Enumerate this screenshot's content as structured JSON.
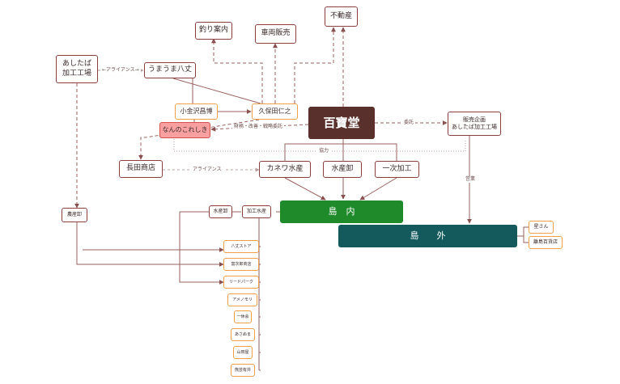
{
  "colors": {
    "line": "#9a6060",
    "dash": "#8a5050",
    "hub": "#5a302c",
    "inner": "#1f8a2a",
    "outer": "#145a5c",
    "highlight": "#f8a0a0"
  },
  "nodes": {
    "hyakuhodo": "百寶堂",
    "tanai": "島　内",
    "tagai": "島　　外",
    "fudosan": "不動産",
    "tsuri": "釣り案内",
    "sharyo": "車両販売",
    "ashitaba_left": "あしたば\n加工工場",
    "umaumai": "うまうま八丈",
    "kokanezawa": "小金沢昌博",
    "kubota": "久保田仁之",
    "nannokore": "なんのこれしき",
    "hanbai": "販売企画\nあしたば加工工場",
    "nagata": "長田商店",
    "kanewa": "カネワ水産",
    "suisan_oroshi": "水産卸",
    "ichiji": "一次加工",
    "nosan": "農産卸",
    "suisan_oroshi2": "水産卸",
    "kako_suisan": "加工水産",
    "hoshisan": "星さん",
    "rito_hyakka": "離島百貨店",
    "stores": [
      "八丈ストア",
      "富次郎商店",
      "リードパーク",
      "アメノモリ",
      "一休会",
      "あさぬま",
      "山田屋",
      "熊芸有井"
    ]
  },
  "edges": {
    "alliance": "←アライアンス→",
    "alliance2": "アライアンス",
    "zaimu": "財務・改善・戦略委託",
    "itaku": "委託",
    "kyoryoku": "協力",
    "eigyo": "営業"
  }
}
